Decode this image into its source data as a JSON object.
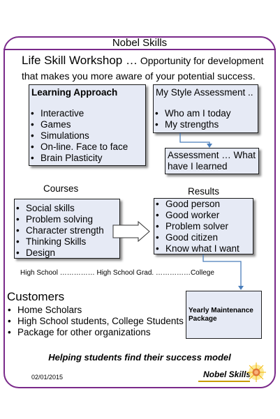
{
  "title": "Nobel Skills",
  "headline": {
    "main": "Life Skill Workshop …",
    "sub": " Opportunity for development that makes you more aware of your potential success."
  },
  "learning": {
    "header": "Learning Approach",
    "items": [
      "Interactive",
      "Games",
      "Simulations",
      "On-line. Face to face",
      "Brain Plasticity"
    ]
  },
  "style_assessment": {
    "header": "My Style Assessment  ..",
    "items": [
      "Who am I today",
      "My strengths"
    ]
  },
  "assessment_learned": "Assessment … What have I learned",
  "courses": {
    "label": "Courses",
    "items": [
      "Social skills",
      "Problem solving",
      "Character strength",
      "Thinking Skills",
      "Design"
    ]
  },
  "results": {
    "label": "Results",
    "items": [
      "Good person",
      "Good worker",
      "Problem solver",
      "Good citizen",
      "Know what I want"
    ]
  },
  "education_path": "High School  …………… High School Grad.  ……………College",
  "customers": {
    "heading": "Customers",
    "items": [
      "Home Scholars",
      "High School students, College Students",
      "Package for other organizations"
    ]
  },
  "yearly_package": "Yearly  Maintenance Package",
  "tagline": "Helping students find their success model",
  "date": "02/01/2015",
  "logo_text": "Nobel Skills",
  "colors": {
    "frame": "#7a2a8a",
    "box_fill": "#e6eaf5",
    "connector": "#4a7ebb",
    "logo_sun": "#f2b705"
  }
}
